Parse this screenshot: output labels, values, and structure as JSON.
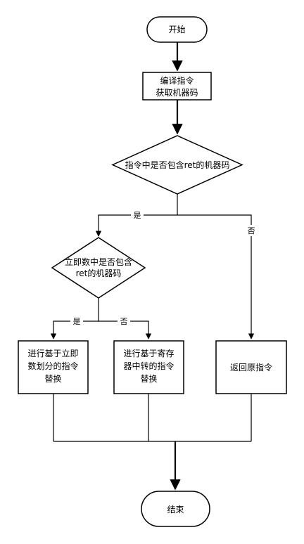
{
  "nodes": {
    "start": {
      "label": "开始"
    },
    "compile": {
      "line1": "编译指令",
      "line2": "获取机器码"
    },
    "decision1": {
      "label": "指令中是否包含ret的机器码"
    },
    "decision2": {
      "line1": "立即数中是否包含",
      "line2": "ret的机器码"
    },
    "replace_immediate": {
      "line1": "进行基于立即",
      "line2": "数划分的指令",
      "line3": "替换"
    },
    "replace_register": {
      "line1": "进行基于寄存",
      "line2": "器中转的指令",
      "line3": "替换"
    },
    "return_original": {
      "label": "返回原指令"
    },
    "end": {
      "label": "结束"
    }
  },
  "edges": {
    "d1_yes": "是",
    "d1_no": "否",
    "d2_yes": "是",
    "d2_no": "否"
  }
}
